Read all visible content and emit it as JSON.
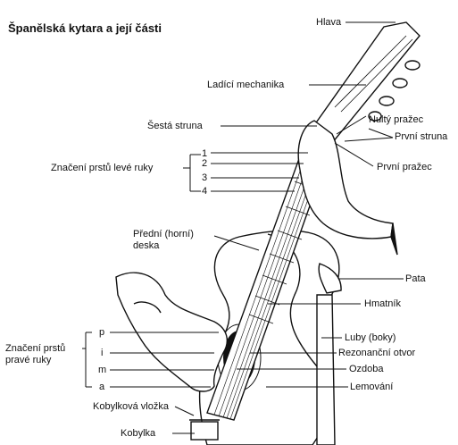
{
  "title": "Španělská kytara a její části",
  "labels": {
    "hlava": "Hlava",
    "ladici_mechanika": "Ladící mechanika",
    "sesta_struna": "Šestá struna",
    "nulty_prazec": "Nultý pražec",
    "prvni_struna": "První struna",
    "prvni_prazec": "První pražec",
    "znaceni_leve": "Značení prstů levé ruky",
    "predni_deska_1": "Přední (horní)",
    "predni_deska_2": "deska",
    "pata": "Pata",
    "hmatnik": "Hmatník",
    "luby": "Luby (boky)",
    "rezonancni_otvor": "Rezonanční otvor",
    "ozdoba": "Ozdoba",
    "lemovani": "Lemování",
    "znaceni_prave_1": "Značení prstů",
    "znaceni_prave_2": "pravé ruky",
    "kobylkova_vlozka": "Kobylková vložka",
    "kobylka": "Kobylka"
  },
  "left_fingers": [
    "1",
    "2",
    "3",
    "4"
  ],
  "right_fingers": [
    "p",
    "i",
    "m",
    "a"
  ]
}
